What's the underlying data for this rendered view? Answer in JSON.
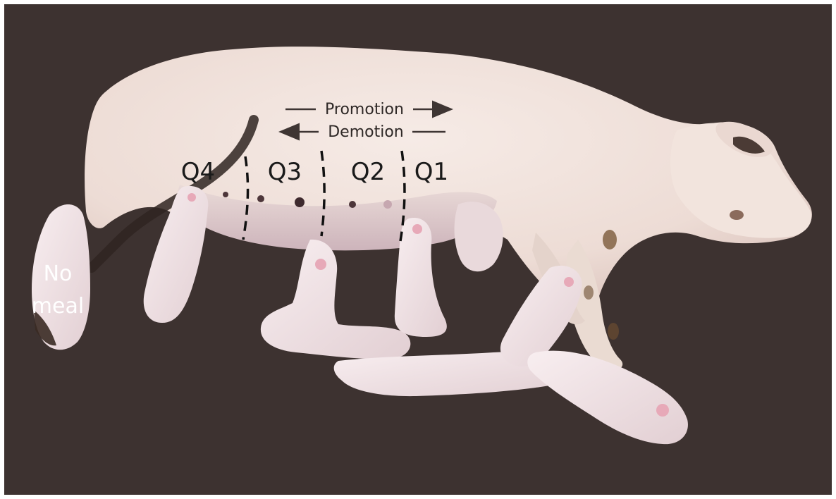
{
  "figure": {
    "background_color": "#3d3230",
    "sow_color": "#f1e2dc",
    "piglet_color": "#f3e6e6",
    "dark_marking_color": "#3a2a24"
  },
  "labels": {
    "promotion": "Promotion",
    "demotion": "Demotion",
    "q1": "Q1",
    "q2": "Q2",
    "q3": "Q3",
    "q4": "Q4",
    "no_meal_line1": "No",
    "no_meal_line2": "meal"
  }
}
